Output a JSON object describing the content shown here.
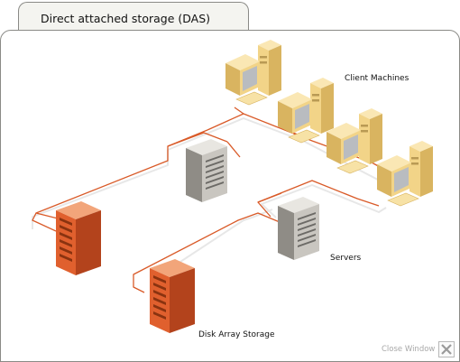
{
  "title": "Direct attached storage (DAS)",
  "labels": {
    "clients": "Client Machines",
    "servers": "Servers",
    "storage": "Disk Array Storage"
  },
  "close_window": "Close Window",
  "colors": {
    "cable": "#d95a28",
    "storage_front": "#e0602e",
    "storage_top": "#f2a57a",
    "storage_side": "#b3431c",
    "server_front": "#c9c6c0",
    "server_top": "#e8e6e1",
    "server_side": "#8f8c86",
    "computer_body": "#f2d488",
    "computer_shade": "#d9b460",
    "screen": "#b9bcc0"
  },
  "icons": [
    "client-computer-icon",
    "server-tower-icon",
    "disk-array-icon",
    "close-x-icon"
  ]
}
